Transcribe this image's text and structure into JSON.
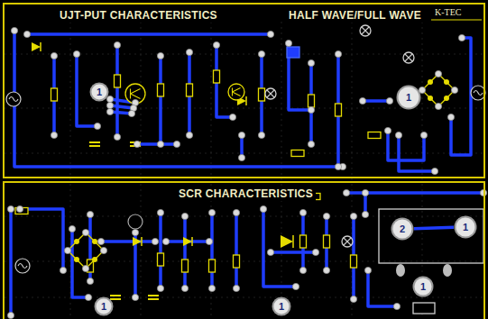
{
  "diagram": {
    "nodes": [
      {
        "text": [
          "UJT-PUT CHARACTERISTICS",
          "HALF WAVE/FULL WAVE"
        ]
      },
      {
        "text": [
          "1"
        ],
        "in": 0
      },
      {
        "text": [
          "1"
        ],
        "in": 0
      },
      {
        "text": [
          "SCR CHARACTERISTICS"
        ]
      },
      {
        "text": [
          "2"
        ],
        "in": 3
      },
      {
        "text": [
          "1"
        ],
        "in": 3
      },
      {
        "text": [
          "1"
        ],
        "in": 3
      },
      {
        "text": [
          "1"
        ],
        "in": 3
      },
      {
        "text": [
          "1"
        ],
        "in": 3
      }
    ],
    "edges": [
      {
        "from": 4,
        "to": 5,
        "arrow": "none"
      }
    ],
    "labels": [
      "K-TEC"
    ]
  }
}
